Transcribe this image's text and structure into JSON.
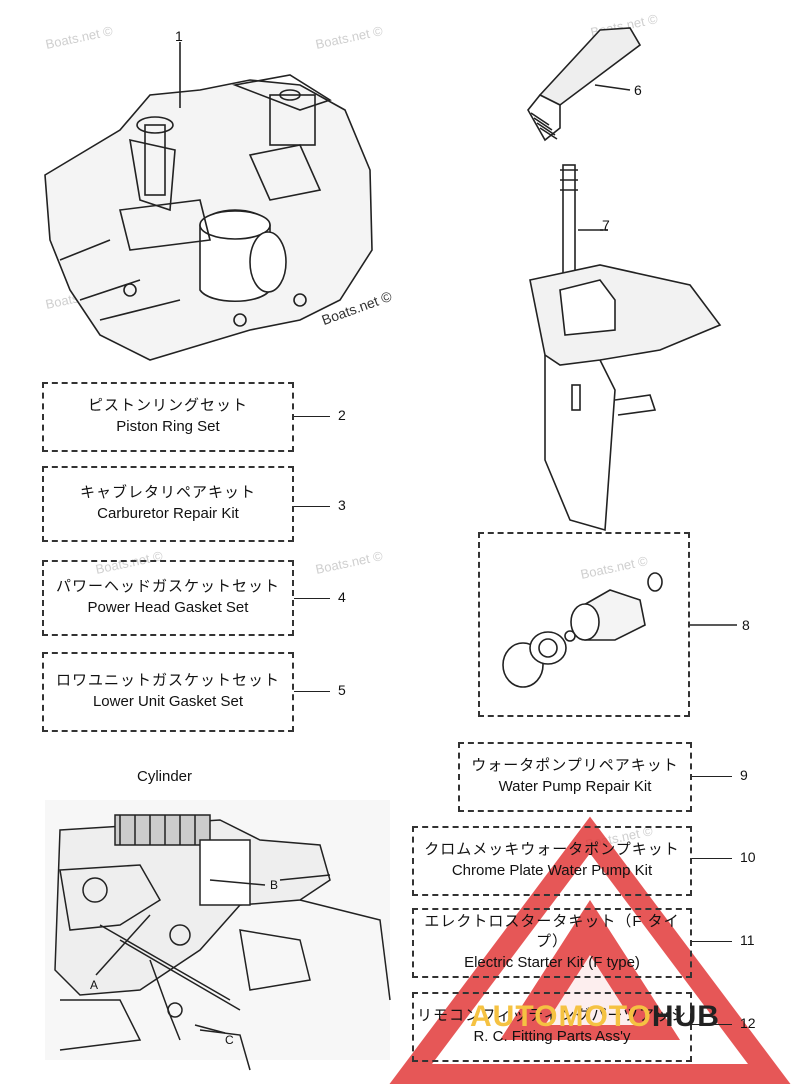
{
  "watermark_text": "Boats.net ©",
  "labels": {
    "powerhead": "1",
    "drive_shaft_handle": "6",
    "drive_shaft": "7",
    "water_pump": "8"
  },
  "cylinder_caption": "Cylinder",
  "cylinder_markers": {
    "a": "A",
    "b": "B",
    "c": "C"
  },
  "kits": [
    {
      "number": "2",
      "jp": "ピストンリングセット",
      "en": "Piston Ring Set"
    },
    {
      "number": "3",
      "jp": "キャブレタリペアキット",
      "en": "Carburetor Repair Kit"
    },
    {
      "number": "4",
      "jp": "パワーヘッドガスケットセット",
      "en": "Power Head Gasket Set"
    },
    {
      "number": "5",
      "jp": "ロワユニットガスケットセット",
      "en": "Lower Unit Gasket Set"
    },
    {
      "number": "9",
      "jp": "ウォータポンプリペアキット",
      "en": "Water Pump Repair Kit"
    },
    {
      "number": "10",
      "jp": "クロムメッキウォータポンプキット",
      "en": "Chrome Plate Water  Pump Kit"
    },
    {
      "number": "11",
      "jp": "エレクトロスタータキット（F タイプ）",
      "en": "Electric Starter Kit (F type)"
    },
    {
      "number": "12",
      "jp": "リモコンフィッティングパーツアッシ",
      "en": "R. C. Fitting Parts Ass'y"
    }
  ],
  "brand": {
    "part1": "AUTOMOTO",
    "part2": "HUB"
  },
  "colors": {
    "logo_red": "#e23a3a",
    "logo_yellow": "#f5c242",
    "line": "#222222"
  }
}
